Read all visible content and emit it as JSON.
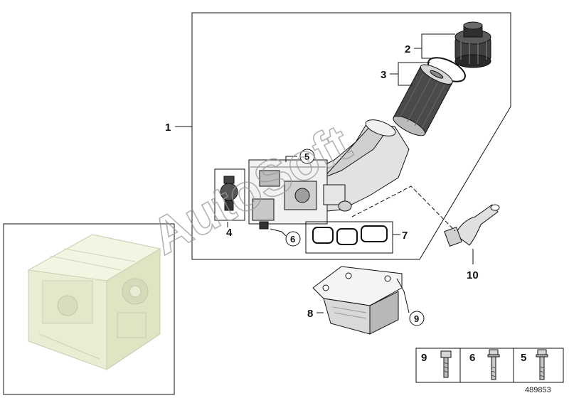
{
  "callouts": {
    "part_1": "1",
    "part_2": "2",
    "part_3": "3",
    "part_4": "4",
    "part_5_circle": "5",
    "part_6_circle": "6",
    "part_7": "7",
    "part_8": "8",
    "part_9_circle": "9",
    "part_10": "10"
  },
  "fastener_legend": [
    {
      "number": "9"
    },
    {
      "number": "6"
    },
    {
      "number": "5"
    }
  ],
  "watermark": "AutoSoft",
  "diagram_number": "489853",
  "colors": {
    "line": "#111111",
    "part_fill": "#f2f2f2",
    "part_shade": "#bdbdbd",
    "engine_fill": "#ecefd8",
    "filter_element": "#4a4a4a"
  }
}
